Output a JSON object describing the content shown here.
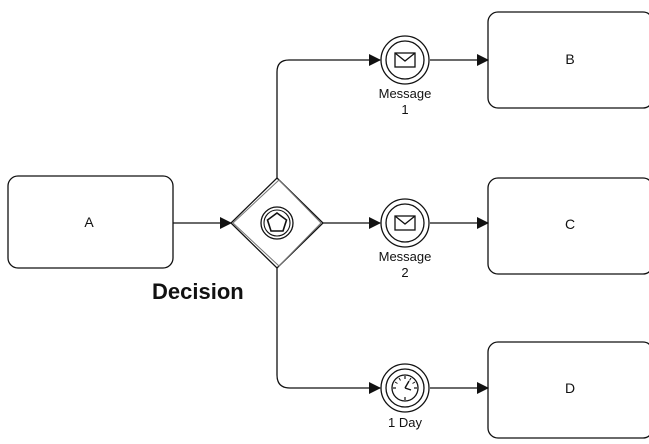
{
  "tasks": {
    "a": "A",
    "b": "B",
    "c": "C",
    "d": "D"
  },
  "gateway": {
    "label": "Decision",
    "type": "event-based-gateway-icon"
  },
  "events": {
    "message1": {
      "line1": "Message",
      "line2": "1",
      "icon": "envelope-icon"
    },
    "message2": {
      "line1": "Message",
      "line2": "2",
      "icon": "envelope-icon"
    },
    "timer": {
      "line1": "1 Day",
      "icon": "clock-icon"
    }
  },
  "colors": {
    "stroke": "#111111",
    "fill": "#ffffff"
  }
}
